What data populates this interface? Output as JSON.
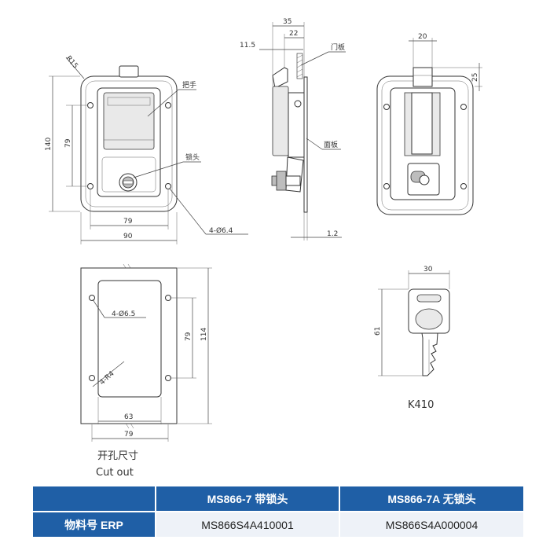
{
  "drawing": {
    "front_view": {
      "radius_label": "R15",
      "dims": {
        "height": "140",
        "inner_height": "79",
        "inner_width": "79",
        "width": "90"
      },
      "hole_label": "4-Ø6.4",
      "callouts": {
        "handle": "把手",
        "lock_head": "锁头"
      }
    },
    "side_view": {
      "dims": {
        "d35": "35",
        "d22": "22",
        "d11_5": "11.5",
        "d1_2": "1.2"
      },
      "callouts": {
        "door_panel": "门板",
        "face_plate": "面板"
      }
    },
    "rear_view": {
      "dims": {
        "d20": "20",
        "d25": "25"
      }
    },
    "cutout": {
      "dims": {
        "h114": "114",
        "h79": "79",
        "w63": "63",
        "w79": "79"
      },
      "hole_label": "4-Ø6.5",
      "corner_label": "4-R4",
      "title_cn": "开孔尺寸",
      "title_en": "Cut out"
    },
    "key": {
      "dims": {
        "width": "30",
        "height": "61"
      },
      "model": "K410"
    }
  },
  "table": {
    "header": [
      "",
      "MS866-7 带锁头",
      "MS866-7A 无锁头"
    ],
    "rows": [
      [
        "物料号 ERP",
        "MS866S4A410001",
        "MS866S4A000004"
      ]
    ]
  }
}
